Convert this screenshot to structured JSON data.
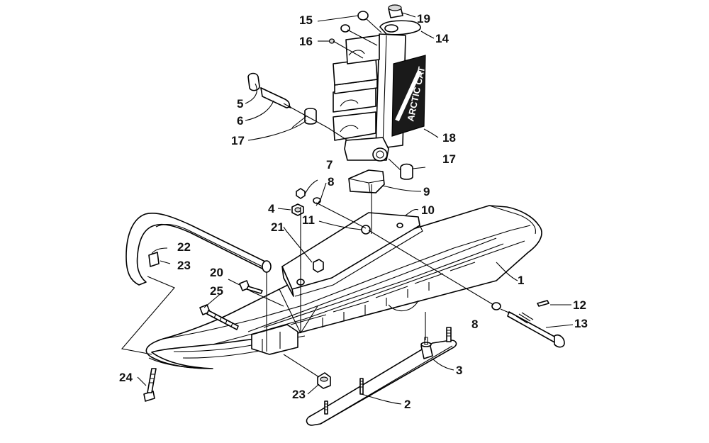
{
  "diagram": {
    "callouts": [
      {
        "id": "c1",
        "text": "1"
      },
      {
        "id": "c2",
        "text": "2"
      },
      {
        "id": "c3",
        "text": "3"
      },
      {
        "id": "c4",
        "text": "4"
      },
      {
        "id": "c5",
        "text": "5"
      },
      {
        "id": "c6",
        "text": "6"
      },
      {
        "id": "c7",
        "text": "7"
      },
      {
        "id": "c8a",
        "text": "8"
      },
      {
        "id": "c8b",
        "text": "8"
      },
      {
        "id": "c9",
        "text": "9"
      },
      {
        "id": "c10",
        "text": "10"
      },
      {
        "id": "c11",
        "text": "11"
      },
      {
        "id": "c12",
        "text": "12"
      },
      {
        "id": "c13",
        "text": "13"
      },
      {
        "id": "c14",
        "text": "14"
      },
      {
        "id": "c15",
        "text": "15"
      },
      {
        "id": "c16",
        "text": "16"
      },
      {
        "id": "c17a",
        "text": "17"
      },
      {
        "id": "c17b",
        "text": "17"
      },
      {
        "id": "c18",
        "text": "18"
      },
      {
        "id": "c19",
        "text": "19"
      },
      {
        "id": "c20",
        "text": "20"
      },
      {
        "id": "c21",
        "text": "21"
      },
      {
        "id": "c22",
        "text": "22"
      },
      {
        "id": "c23a",
        "text": "23"
      },
      {
        "id": "c23b",
        "text": "23"
      },
      {
        "id": "c24",
        "text": "24"
      },
      {
        "id": "c25",
        "text": "25"
      }
    ],
    "decal_text": "ARCTIC CAT"
  }
}
